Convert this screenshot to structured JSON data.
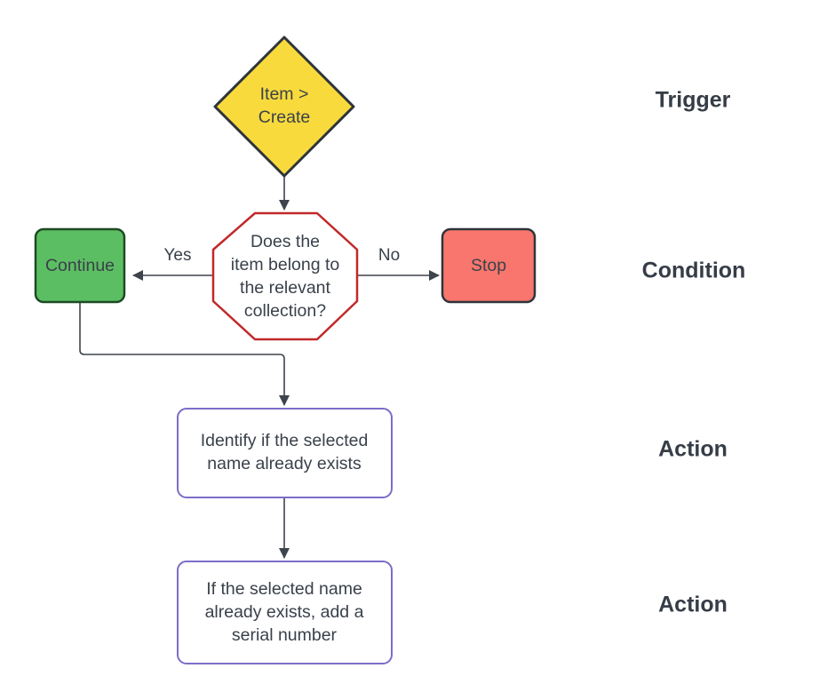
{
  "nodes": {
    "trigger": {
      "label": "Item >\nCreate"
    },
    "condition": {
      "label": "Does the\nitem belong to\nthe relevant\ncollection?"
    },
    "continue": {
      "label": "Continue"
    },
    "stop": {
      "label": "Stop"
    },
    "action1": {
      "label": "Identify if the selected\nname already exists"
    },
    "action2": {
      "label": "If the selected name\nalready exists, add a\nserial number"
    }
  },
  "edges": {
    "yes_label": "Yes",
    "no_label": "No"
  },
  "legend": {
    "trigger": "Trigger",
    "condition": "Condition",
    "action": "Action"
  },
  "colors": {
    "trigger_fill": "#F8DA3C",
    "trigger_border": "#2E343B",
    "condition_border": "#C1292B",
    "continue_fill": "#5CBE62",
    "continue_border": "#1E4A24",
    "stop_fill": "#F8766D",
    "stop_border": "#2E343B",
    "action_border": "#7C6DC8",
    "connector": "#3E444C",
    "text": "#3A414B"
  }
}
